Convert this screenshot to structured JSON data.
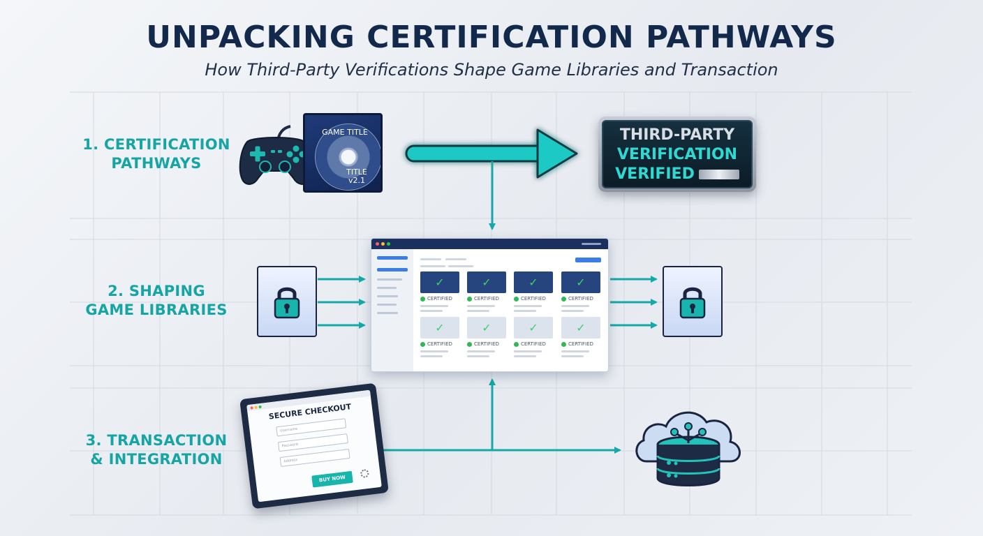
{
  "header": {
    "title": "UNPACKING CERTIFICATION PATHWAYS",
    "subtitle": "How Third-Party Verifications Shape Game Libraries and Transaction"
  },
  "steps": [
    {
      "line1": "1. CERTIFICATION",
      "line2": "PATHWAYS"
    },
    {
      "line1": "2. SHAPING",
      "line2": "GAME LIBRARIES"
    },
    {
      "line1": "3. TRANSACTION",
      "line2": "& INTEGRATION"
    }
  ],
  "game_case": {
    "title": "GAME TITLE",
    "label": "TITLE",
    "version": "v2.1"
  },
  "badge": {
    "line1": "THIRD-PARTY",
    "line2": "VERIFICATION",
    "line3": "VERIFIED"
  },
  "library": {
    "tiles": [
      {
        "label": "CERTIFIED",
        "style": "dark"
      },
      {
        "label": "CERTIFIED",
        "style": "dark"
      },
      {
        "label": "CERTIFIED",
        "style": "dark"
      },
      {
        "label": "CERTIFIED",
        "style": "dark"
      },
      {
        "label": "CERTIFIED",
        "style": "light"
      },
      {
        "label": "CERTIFIED",
        "style": "light"
      },
      {
        "label": "CERTIFIED",
        "style": "light"
      },
      {
        "label": "CERTIFIED",
        "style": "light"
      }
    ]
  },
  "checkout": {
    "title": "SECURE CHECKOUT",
    "fields": [
      "Username",
      "Password",
      "Address"
    ],
    "buy_label": "BUY NOW"
  },
  "colors": {
    "navy": "#13294b",
    "teal": "#16a4a4",
    "glow": "#2ed9d2",
    "check_green": "#3bd266"
  },
  "icons": [
    "gamepad-icon",
    "disc-icon",
    "lock-icon",
    "cloud-database-icon",
    "check-icon"
  ]
}
